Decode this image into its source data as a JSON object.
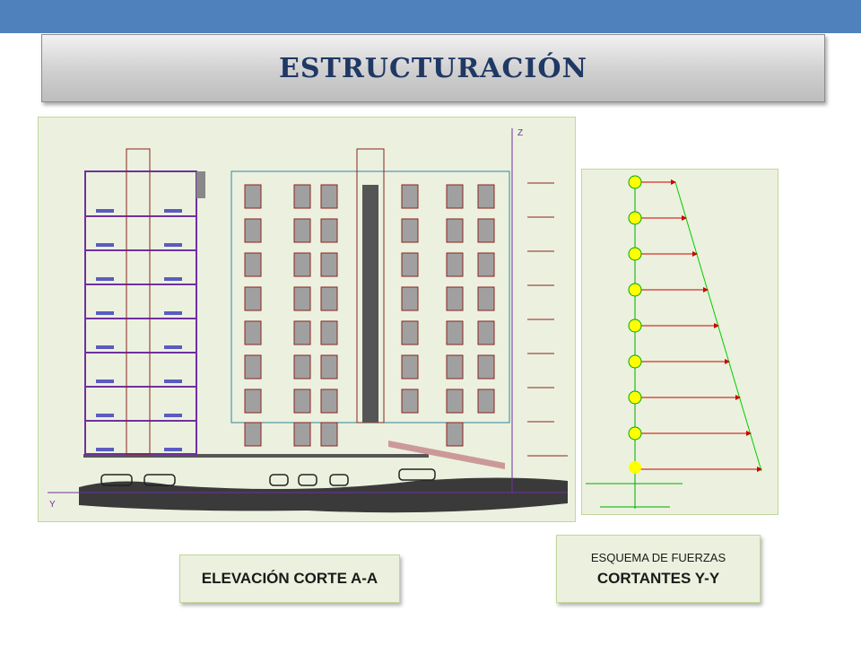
{
  "slide": {
    "title": "ESTRUCTURACIÓN"
  },
  "elevation": {
    "axis_z": "Z",
    "axis_y": "Y",
    "caption": "ELEVACIÓN CORTE A-A"
  },
  "force_diagram": {
    "caption_line1": "ESQUEMA DE FUERZAS",
    "caption_line2": "CORTANTES Y-Y",
    "levels": 9
  },
  "colors": {
    "topbar": "#4f81bd",
    "title_text": "#1f3864",
    "panel_bg": "#ebf1de",
    "node_fill": "#ffff00",
    "force_arrow": "#cc0000",
    "envelope": "#00cc00"
  }
}
